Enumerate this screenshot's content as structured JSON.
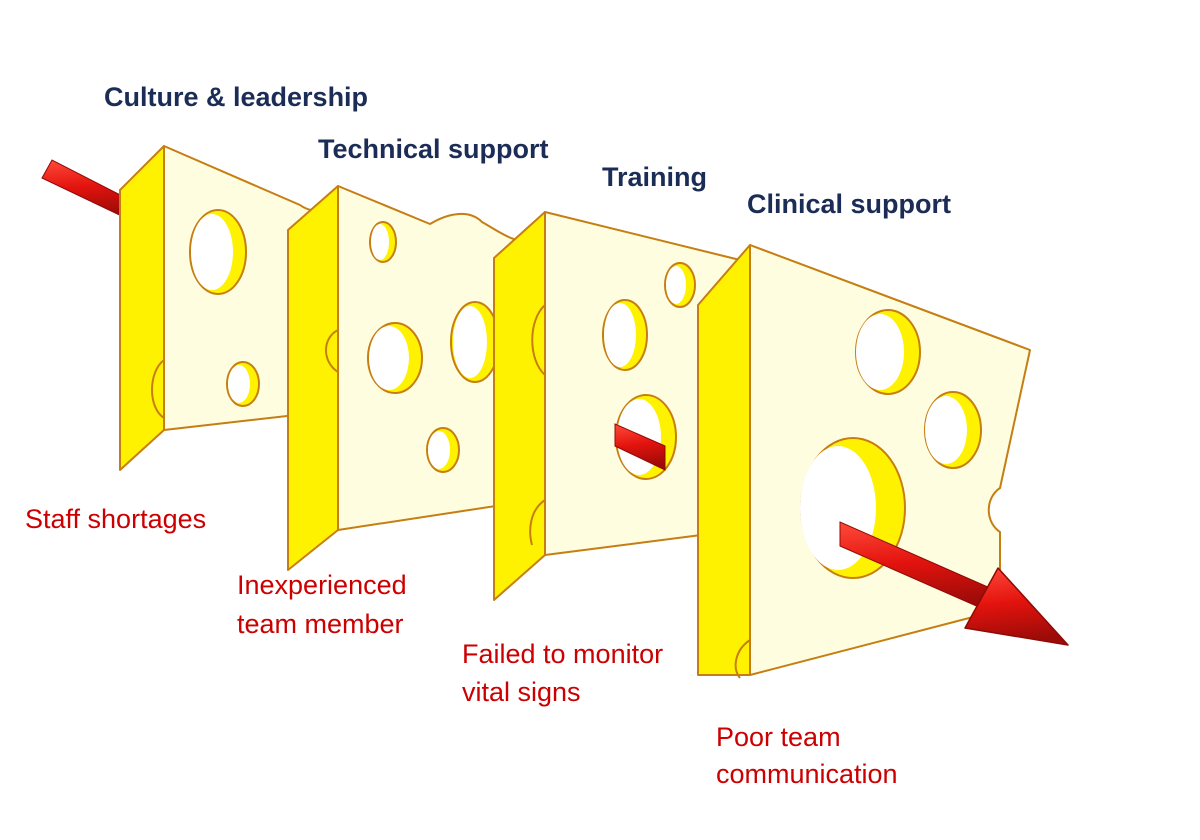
{
  "colors": {
    "cheese_face": "#fefde0",
    "cheese_side": "#fef200",
    "cheese_outline": "#c67e12",
    "arrow": "#e3130e",
    "arrow_dark": "#9c0b08",
    "layer_label": "#1b2c56",
    "failure_label": "#cc0000"
  },
  "layers": [
    {
      "name": "Culture & leadership",
      "failure": [
        "Staff shortages"
      ]
    },
    {
      "name": "Technical support",
      "failure": [
        "Inexperienced",
        "team member"
      ]
    },
    {
      "name": "Training",
      "failure": [
        "Failed to monitor",
        "vital signs"
      ]
    },
    {
      "name": "Clinical support",
      "failure": [
        "Poor team",
        "communication"
      ]
    }
  ]
}
